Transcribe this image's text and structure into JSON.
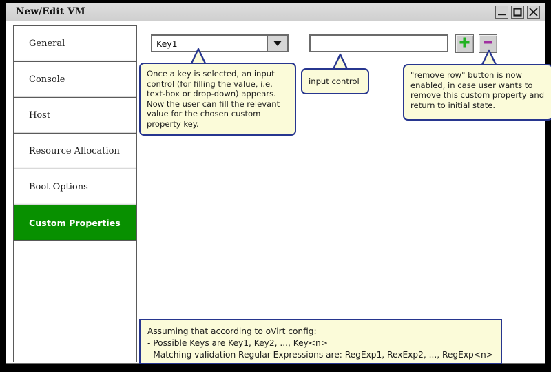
{
  "window": {
    "title": "New/Edit VM",
    "controls": [
      {
        "name": "minimize-button",
        "glyph": "minimize-icon"
      },
      {
        "name": "maximize-button",
        "glyph": "maximize-icon"
      },
      {
        "name": "close-button",
        "glyph": "close-icon"
      }
    ]
  },
  "sidebar": {
    "items": [
      {
        "label": "General",
        "selected": false
      },
      {
        "label": "Console",
        "selected": false
      },
      {
        "label": "Host",
        "selected": false
      },
      {
        "label": "Resource Allocation",
        "selected": false
      },
      {
        "label": "Boot Options",
        "selected": false
      },
      {
        "label": "Custom Properties",
        "selected": true
      }
    ],
    "selected_color": "#089000",
    "selected_text_color": "#ffffff"
  },
  "form": {
    "key_select": {
      "value": "Key1",
      "arrow_icon": "chevron-down-icon"
    },
    "value_input": {
      "value": "",
      "placeholder": ""
    },
    "add_button": {
      "icon": "plus-icon",
      "color": "#22b222"
    },
    "remove_button": {
      "icon": "minus-icon",
      "color": "#a030a0"
    }
  },
  "callouts": [
    {
      "id": "key",
      "text": "Once a key is selected, an input control (for filling the value, i.e. text-box or drop-down) appears. Now the user can fill the relevant value for the chosen custom property key."
    },
    {
      "id": "input",
      "text": "input control"
    },
    {
      "id": "remove",
      "text": "\"remove row\" button is now enabled, in case user wants to remove this custom property and return to initial state."
    }
  ],
  "note": {
    "lines": [
      "Assuming that according to oVirt config:",
      "- Possible Keys are Key1, Key2, ..., Key<n>",
      "- Matching validation Regular Expressions are: RegExp1, RexExp2, ..., RegExp<n>"
    ]
  },
  "colors": {
    "callout_fill": "#fbfbd9",
    "callout_border": "#27368f",
    "titlebar": "#d4d4d4",
    "canvas": "#000000"
  }
}
